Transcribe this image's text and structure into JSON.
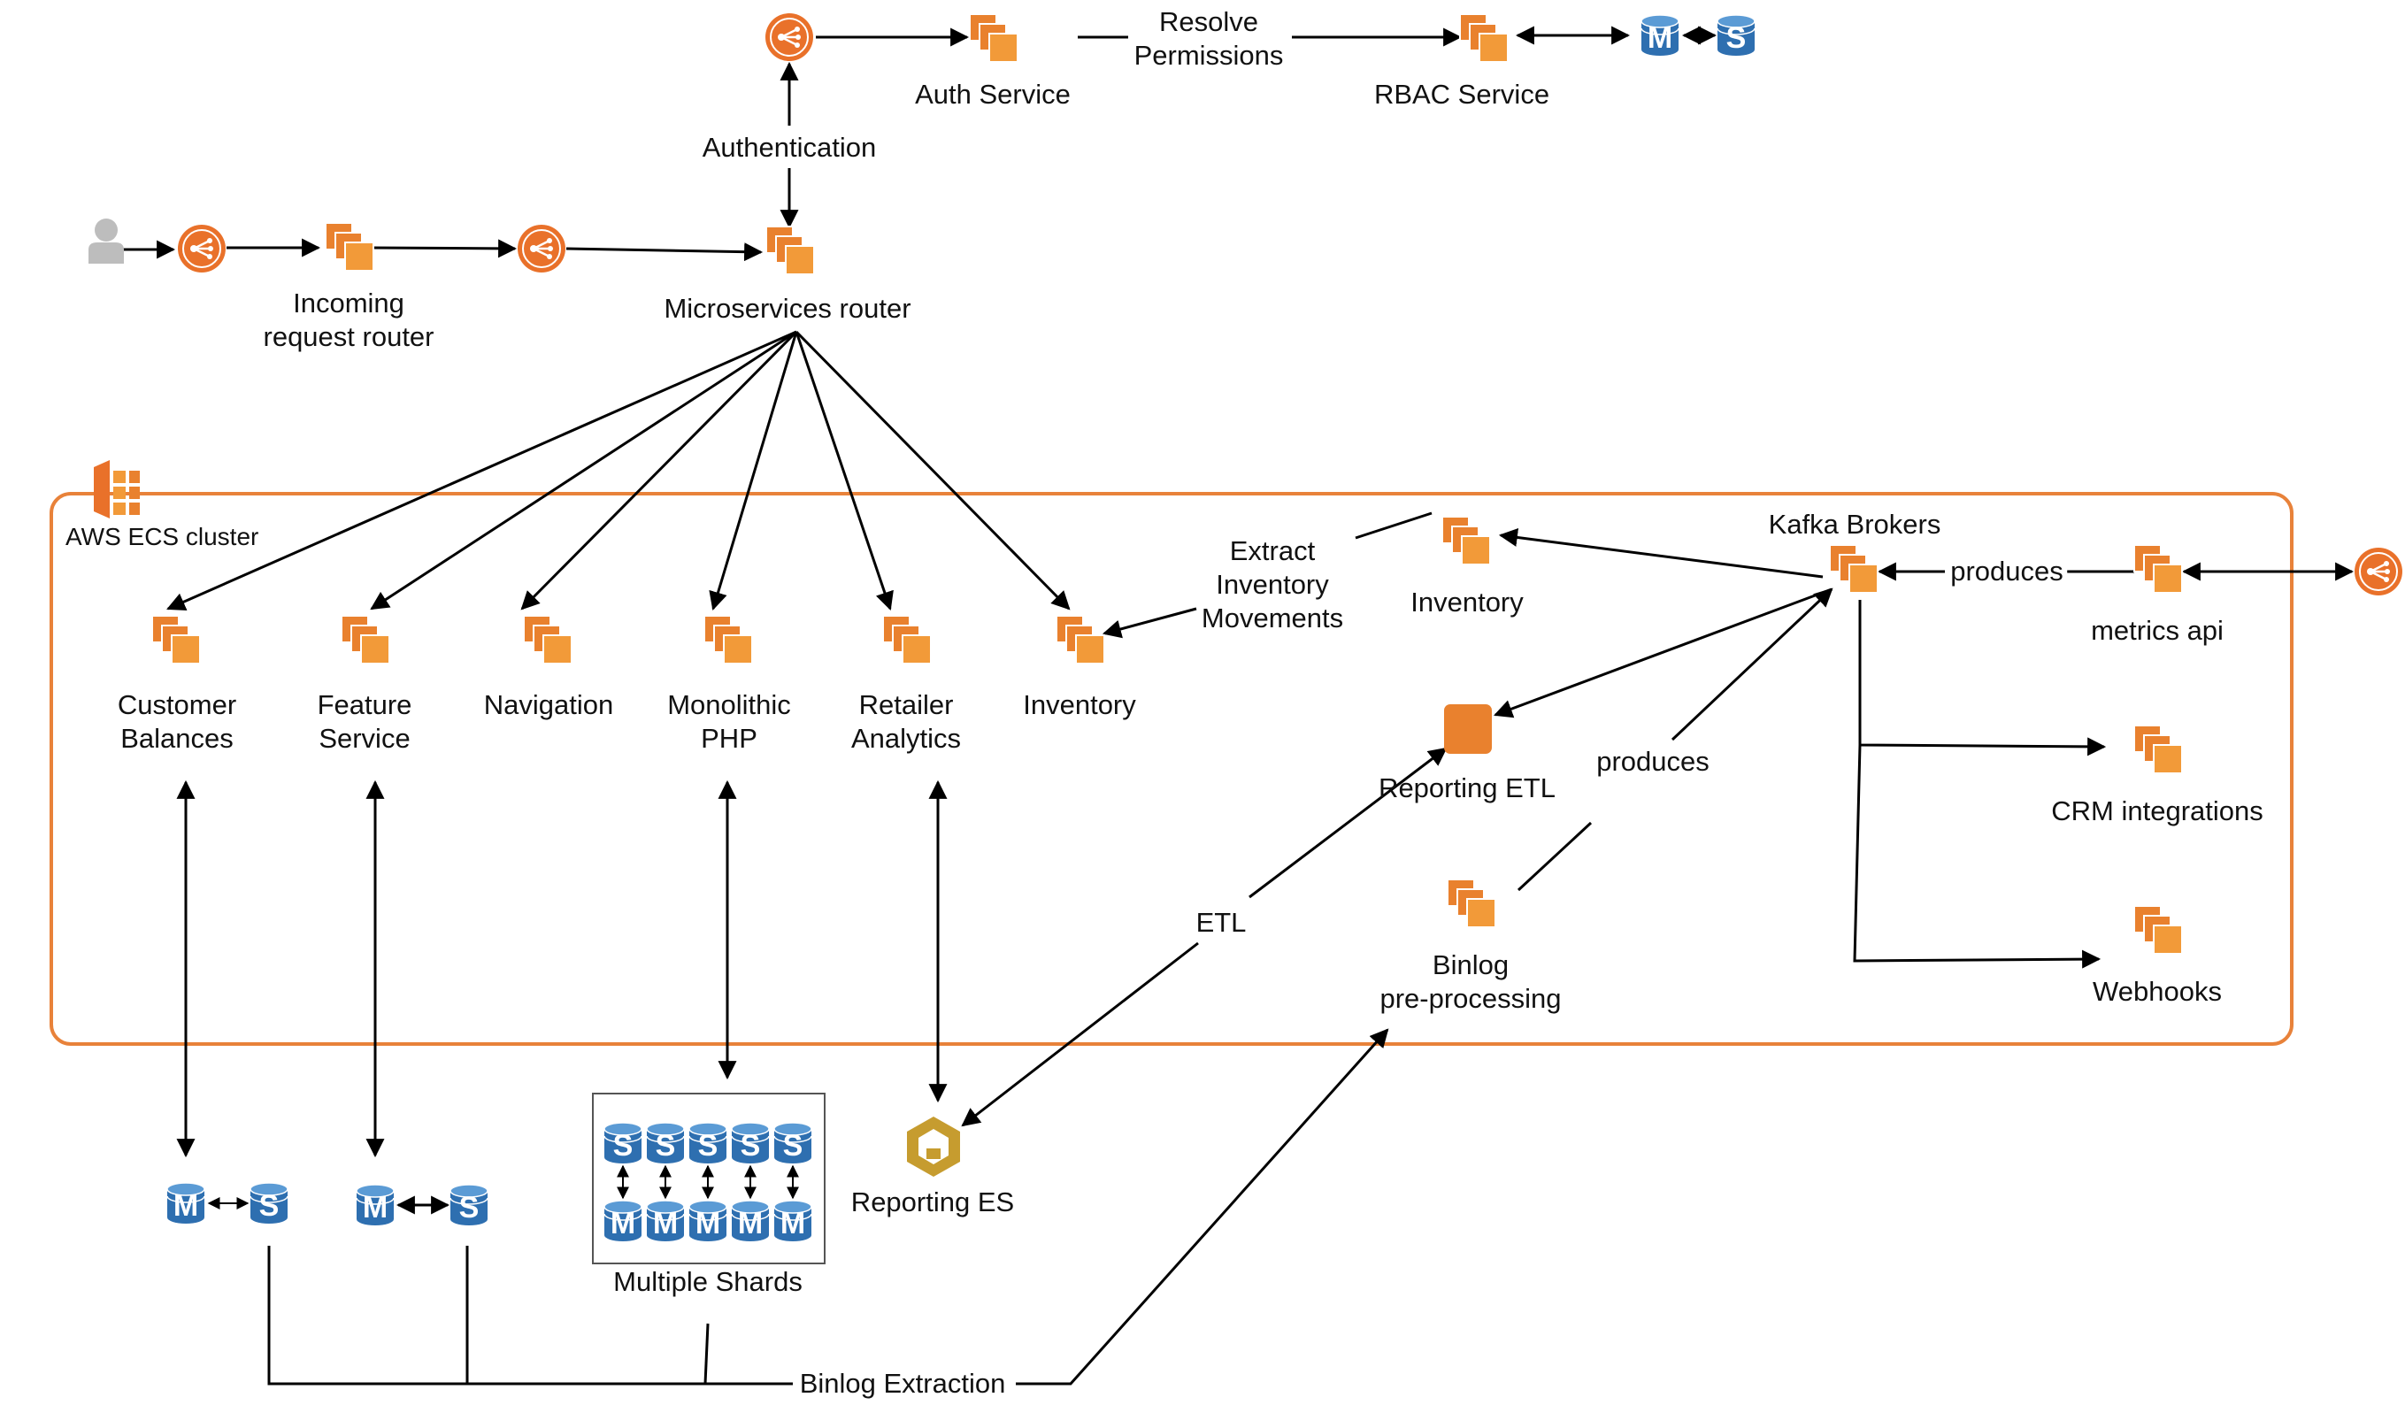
{
  "cluster": {
    "label": "AWS ECS cluster",
    "border_color": "#E8823A"
  },
  "colors": {
    "service_orange": "#F7A23B",
    "service_orange_dark": "#E2732A",
    "db_blue": "#2E6FB0",
    "es_gold": "#C69C2F",
    "user_gray": "#B8B8B8",
    "edge": "#000000"
  },
  "nodes": {
    "lb_auth": {
      "icon": "load-balancer-icon"
    },
    "auth_service": {
      "label": "Auth Service",
      "icon": "service-icon"
    },
    "rbac_service": {
      "label": "RBAC Service",
      "icon": "service-icon"
    },
    "rbac_db_master": {
      "letter": "M",
      "icon": "database-icon"
    },
    "rbac_db_slave": {
      "letter": "S",
      "icon": "database-icon"
    },
    "user": {
      "icon": "user-icon"
    },
    "lb_incoming": {
      "icon": "load-balancer-icon"
    },
    "incoming_router": {
      "label": "Incoming\nrequest router",
      "icon": "service-icon"
    },
    "lb_micro": {
      "icon": "load-balancer-icon"
    },
    "microservices_router": {
      "label": "Microservices router",
      "icon": "service-icon"
    },
    "customer_balances": {
      "label": "Customer\nBalances",
      "icon": "service-icon"
    },
    "feature_service": {
      "label": "Feature\nService",
      "icon": "service-icon"
    },
    "navigation": {
      "label": "Navigation",
      "icon": "service-icon"
    },
    "monolithic_php": {
      "label": "Monolithic\nPHP",
      "icon": "service-icon"
    },
    "retailer_analytics": {
      "label": "Retailer\nAnalytics",
      "icon": "service-icon"
    },
    "inventory_left": {
      "label": "Inventory",
      "icon": "service-icon"
    },
    "inventory_right": {
      "label": "Inventory",
      "icon": "service-icon"
    },
    "kafka_brokers": {
      "label": "Kafka Brokers",
      "icon": "service-icon"
    },
    "metrics_api": {
      "label": "metrics api",
      "icon": "service-icon"
    },
    "lb_metrics": {
      "icon": "load-balancer-icon"
    },
    "reporting_etl": {
      "label": "Reporting ETL",
      "icon": "task-icon"
    },
    "binlog_preprocessing": {
      "label": "Binlog\npre-processing",
      "icon": "service-icon"
    },
    "crm_integrations": {
      "label": "CRM integrations",
      "icon": "service-icon"
    },
    "webhooks": {
      "label": "Webhooks",
      "icon": "service-icon"
    },
    "cb_db_master": {
      "letter": "M",
      "icon": "database-icon"
    },
    "cb_db_slave": {
      "letter": "S",
      "icon": "database-icon"
    },
    "fs_db_master": {
      "letter": "M",
      "icon": "database-icon"
    },
    "fs_db_slave": {
      "letter": "S",
      "icon": "database-icon"
    },
    "shards": {
      "label": "Multiple Shards",
      "top_letter": "S",
      "bottom_letter": "M",
      "count": 5
    },
    "reporting_es": {
      "label": "Reporting ES",
      "icon": "elasticsearch-icon"
    }
  },
  "edge_labels": {
    "resolve_permissions": "Resolve\nPermissions",
    "authentication": "Authentication",
    "extract_inventory_movements": "Extract\nInventory\nMovements",
    "produces_metrics": "produces",
    "produces_binlog": "produces",
    "etl": "ETL",
    "binlog_extraction": "Binlog Extraction"
  }
}
